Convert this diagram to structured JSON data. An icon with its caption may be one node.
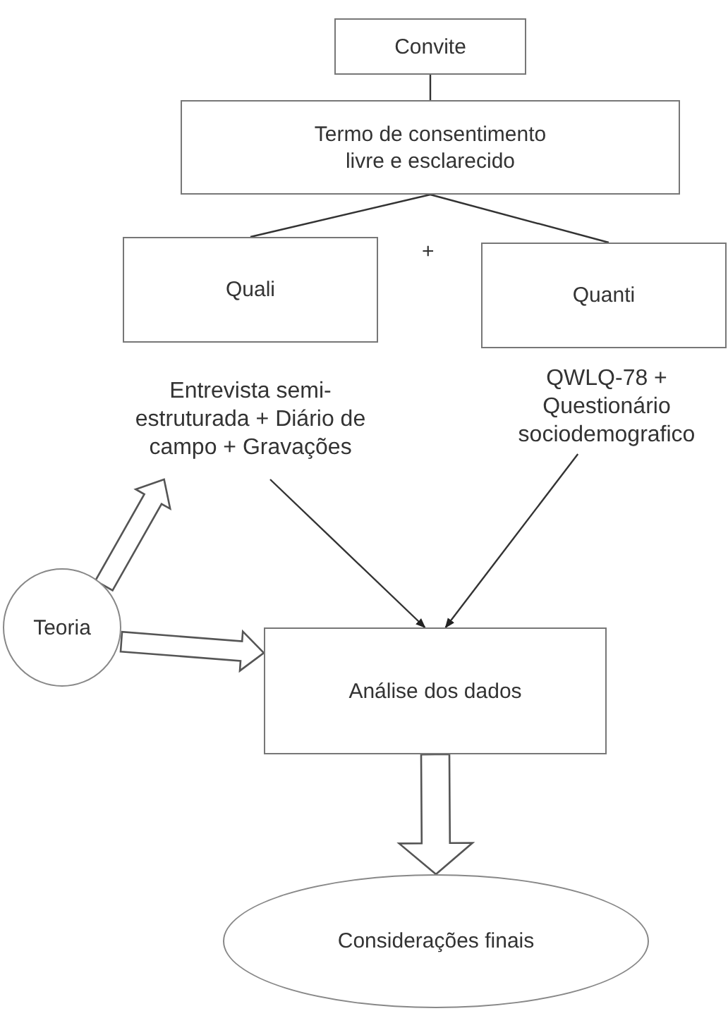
{
  "diagram": {
    "nodes": [
      {
        "text": [
          "Convite"
        ]
      },
      {
        "text": [
          "Termo de consentimento livre e esclarecido"
        ]
      },
      {
        "text": [
          "Quali"
        ]
      },
      {
        "text": [
          "Quanti"
        ]
      },
      {
        "text": [
          "Entrevista semi-estruturada + Diário de campo + Gravações"
        ]
      },
      {
        "text": [
          "QWLQ-78 + Questionário sociodemografico"
        ]
      },
      {
        "text": [
          "Teoria"
        ]
      },
      {
        "text": [
          "Análise dos dados"
        ]
      },
      {
        "text": [
          "Considerações finais"
        ]
      }
    ],
    "edges": [
      {
        "from": 0,
        "to": 1,
        "arrow": "none"
      },
      {
        "from": 1,
        "to": 2,
        "arrow": "none"
      },
      {
        "from": 1,
        "to": 3,
        "arrow": "none"
      },
      {
        "from": 4,
        "to": 7,
        "arrow": "to"
      },
      {
        "from": 5,
        "to": 7,
        "arrow": "to"
      },
      {
        "from": 6,
        "to": 4,
        "arrow": "to",
        "style": "thick"
      },
      {
        "from": 6,
        "to": 7,
        "arrow": "to",
        "style": "thick"
      },
      {
        "from": 7,
        "to": 8,
        "arrow": "to",
        "style": "thick"
      }
    ],
    "labels": [
      "+"
    ]
  }
}
